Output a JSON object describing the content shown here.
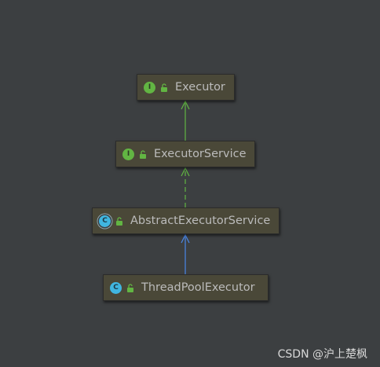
{
  "diagram": {
    "nodes": [
      {
        "id": "executor",
        "label": "Executor",
        "kind": "interface",
        "kind_letter": "I",
        "access_icon": "unlock-icon"
      },
      {
        "id": "executor-service",
        "label": "ExecutorService",
        "kind": "interface",
        "kind_letter": "I",
        "access_icon": "unlock-icon"
      },
      {
        "id": "abstract-executor-service",
        "label": "AbstractExecutorService",
        "kind": "abstract-class",
        "kind_letter": "C",
        "access_icon": "unlock-icon"
      },
      {
        "id": "thread-pool-executor",
        "label": "ThreadPoolExecutor",
        "kind": "class",
        "kind_letter": "C",
        "access_icon": "unlock-icon"
      }
    ],
    "edges": [
      {
        "from": "executor-service",
        "to": "executor",
        "type": "extends",
        "style": "solid",
        "color": "#62b543"
      },
      {
        "from": "abstract-executor-service",
        "to": "executor-service",
        "type": "implements",
        "style": "dashed",
        "color": "#62b543"
      },
      {
        "from": "thread-pool-executor",
        "to": "abstract-executor-service",
        "type": "extends",
        "style": "solid",
        "color": "#4a88e8"
      }
    ]
  },
  "colors": {
    "background": "#3c3f41",
    "node_fill": "#4a4838",
    "node_text": "#bbbbbb",
    "interface_badge": "#62b543",
    "class_badge": "#40b6e0",
    "implements_edge": "#62b543",
    "extends_class_edge": "#4a88e8"
  },
  "watermark": "CSDN @沪上楚枫"
}
